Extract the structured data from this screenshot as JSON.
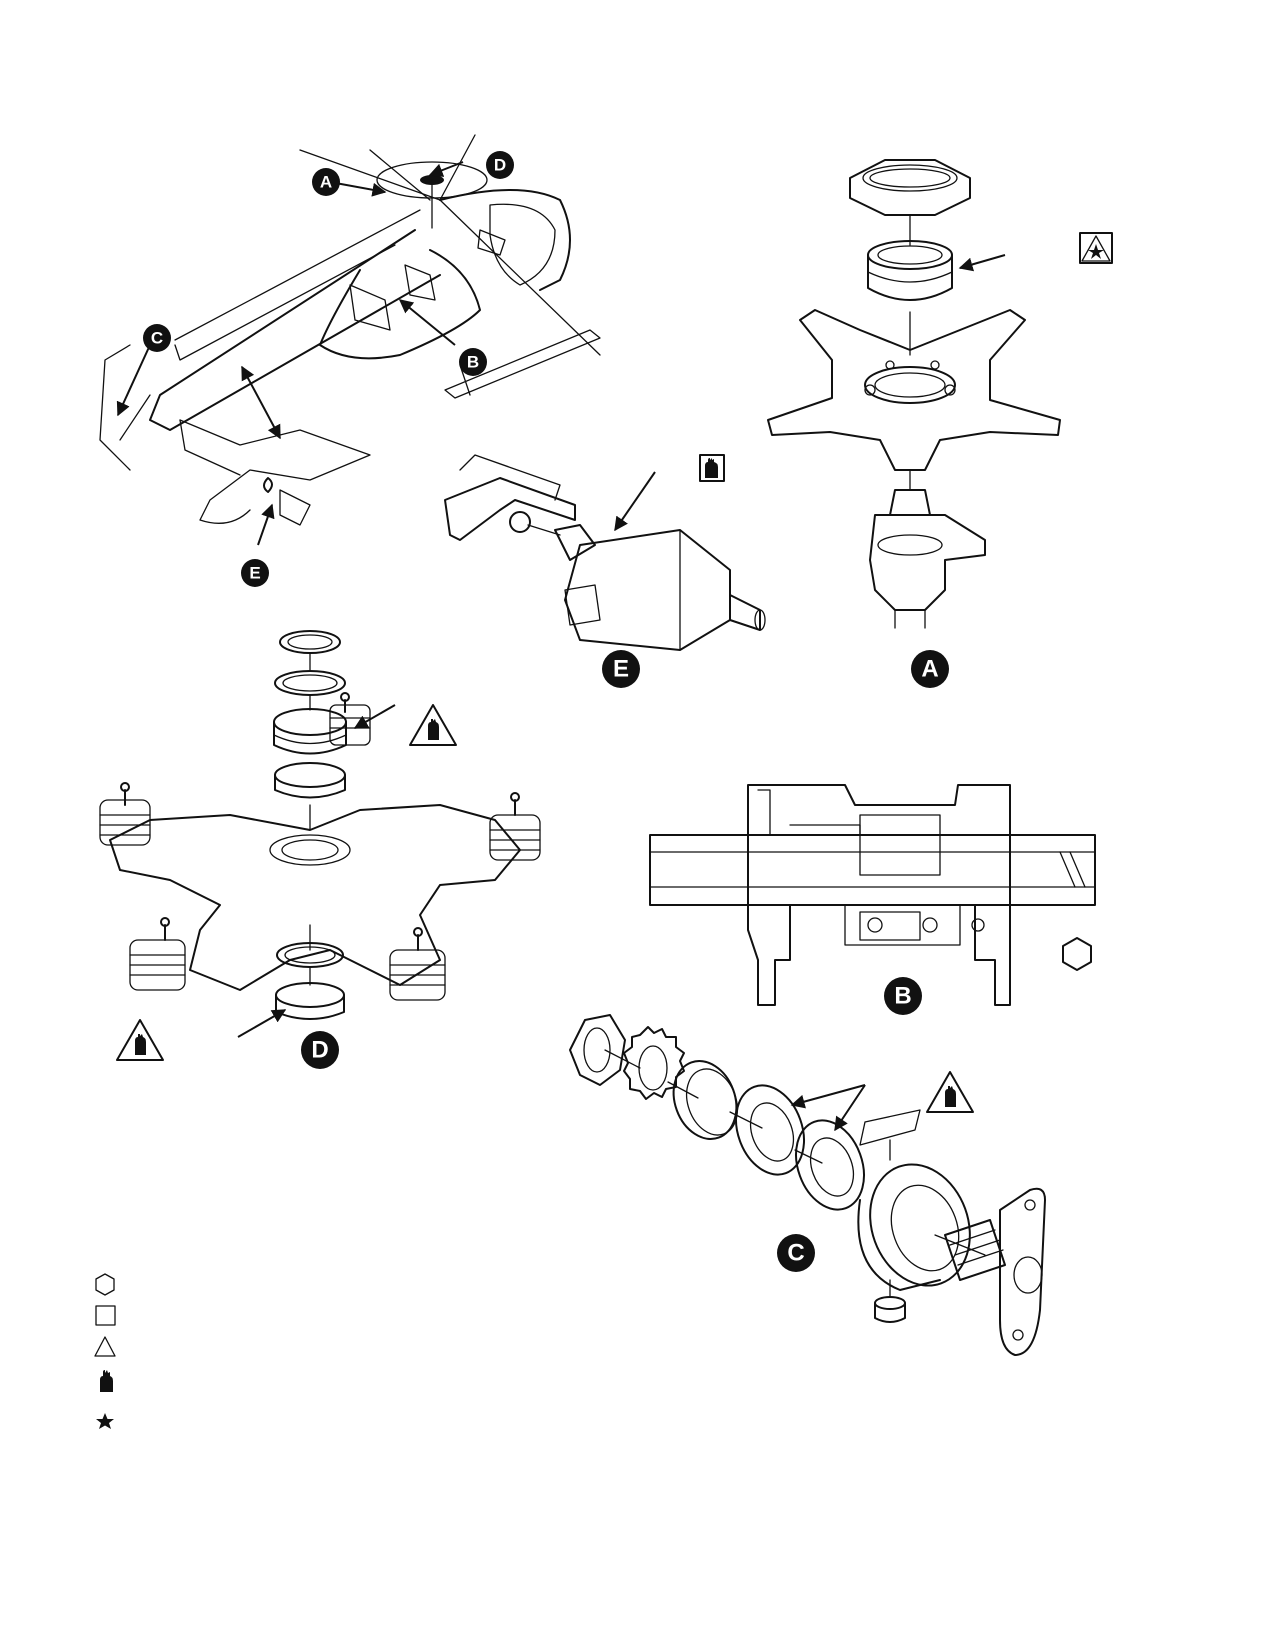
{
  "callouts": {
    "A": "A",
    "B": "B",
    "C": "C",
    "D": "D",
    "E": "E"
  },
  "legend": {
    "items": [
      {
        "icon": "hexagon-icon"
      },
      {
        "icon": "square-icon"
      },
      {
        "icon": "triangle-icon"
      },
      {
        "icon": "hand-icon"
      },
      {
        "icon": "star-icon"
      }
    ]
  },
  "colors": {
    "ink": "#111111",
    "paper": "#ffffff"
  }
}
